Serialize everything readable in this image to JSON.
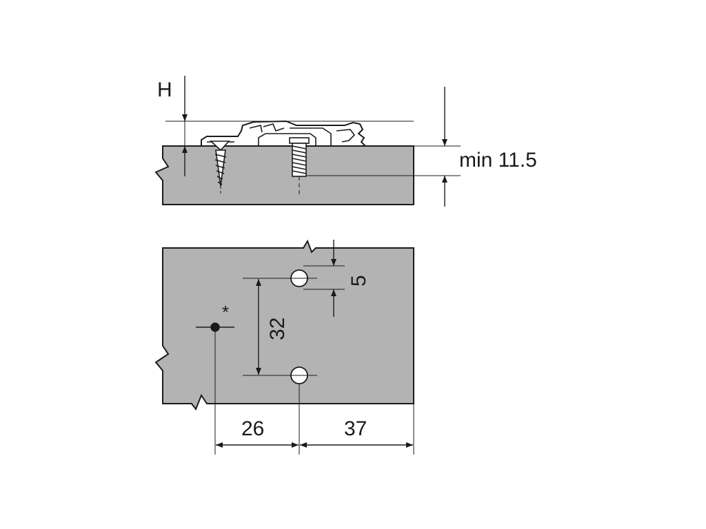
{
  "labels": {
    "height": "H",
    "min_depth": "min 11.5",
    "hole_offset": "5",
    "hole_spacing": "32",
    "asterisk": "*",
    "dim_left": "26",
    "dim_right": "37"
  },
  "colors": {
    "panel": "#b3b3b3",
    "outline": "#1a1a1a",
    "plate": "#ffffff",
    "background": "#ffffff"
  }
}
